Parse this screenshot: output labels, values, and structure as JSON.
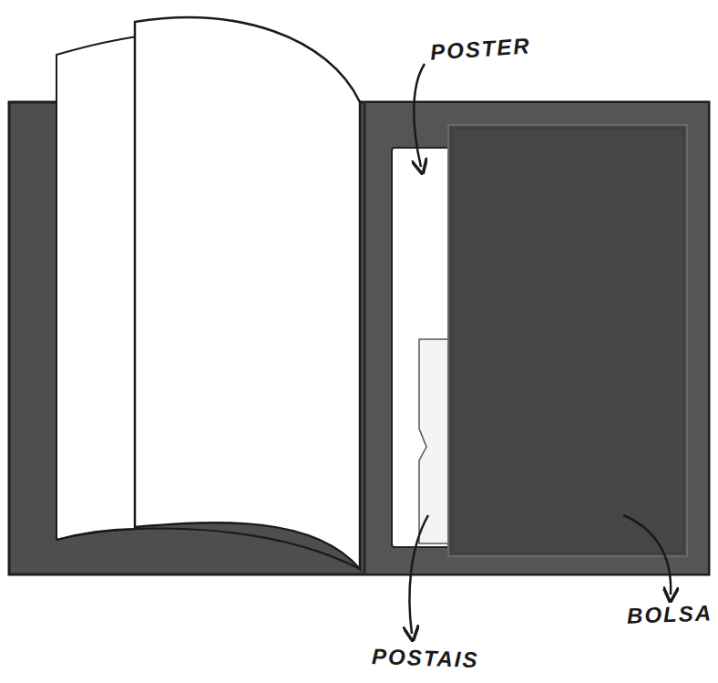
{
  "diagram": {
    "labels": [
      "POSTER",
      "POSTAIS",
      "BOLSA"
    ]
  }
}
